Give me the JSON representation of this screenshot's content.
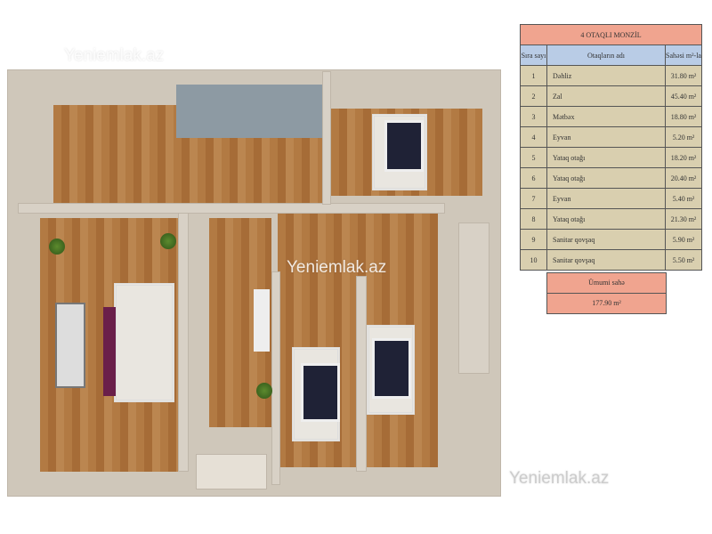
{
  "watermarks": [
    "Yeniemlak.az",
    "Yeniemlak.az",
    "Yeniemlak.az"
  ],
  "table": {
    "title": "4 OTAQLI MONZİL",
    "headers": [
      "Sıra sayı",
      "Otaqların adı",
      "Sahəsi m²-la"
    ],
    "rows": [
      [
        "1",
        "Dəhliz",
        "31.80 m²"
      ],
      [
        "2",
        "Zal",
        "45.40 m²"
      ],
      [
        "3",
        "Mətbəx",
        "18.80 m²"
      ],
      [
        "4",
        "Eyvan",
        "5.20 m²"
      ],
      [
        "5",
        "Yataq otağı",
        "18.20 m²"
      ],
      [
        "6",
        "Yataq otağı",
        "20.40 m²"
      ],
      [
        "7",
        "Eyvan",
        "5.40 m²"
      ],
      [
        "8",
        "Yataq otağı",
        "21.30 m²"
      ],
      [
        "9",
        "Sanitar qovşaq",
        "5.90 m²"
      ],
      [
        "10",
        "Sanitar qovşaq",
        "5.50 m²"
      ]
    ],
    "total_label": "Ümumi sahə",
    "total_value": "177.90 m²"
  }
}
